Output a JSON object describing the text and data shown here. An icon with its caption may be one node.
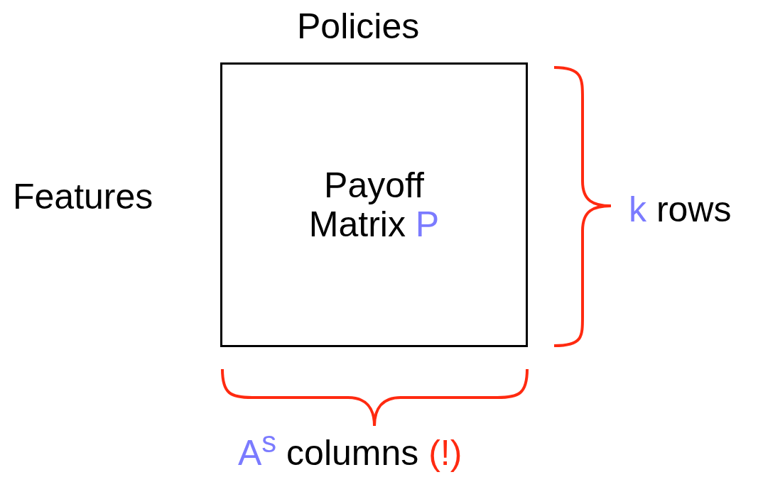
{
  "diagram": {
    "nodes": [
      {
        "text": [
          "Payoff Matrix P"
        ]
      }
    ],
    "edges": [],
    "labels": [
      "Policies",
      "Features",
      "k rows",
      "A$^{s}$ columns (!)"
    ]
  }
}
